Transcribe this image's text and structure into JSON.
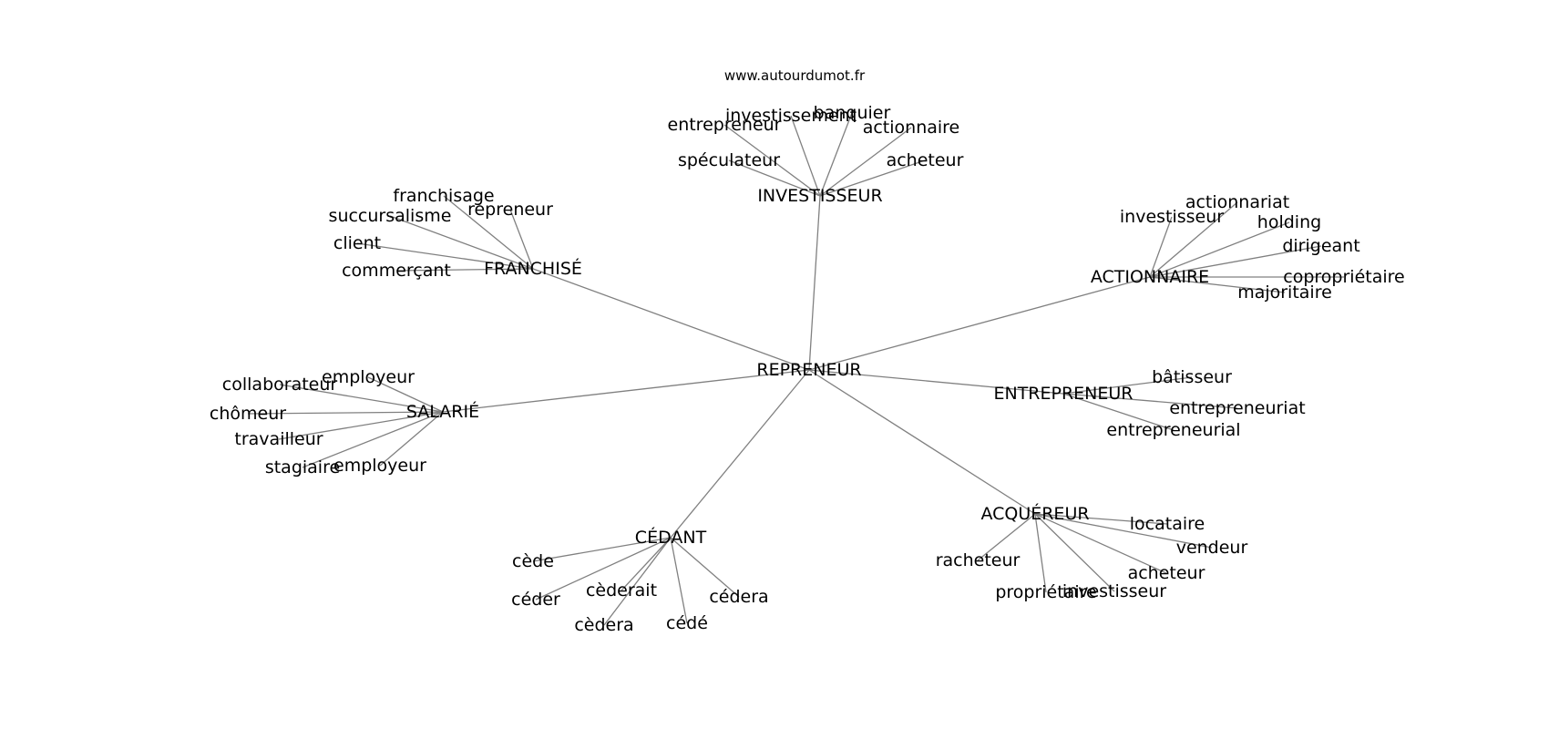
{
  "source": "www.autourdumot.fr",
  "root": {
    "label": "REPRENEUR",
    "children": [
      {
        "label": "INVESTISSEUR",
        "leaves": [
          "entrepreneur",
          "investissement",
          "banquier",
          "actionnaire",
          "spéculateur",
          "acheteur"
        ]
      },
      {
        "label": "FRANCHISÉ",
        "leaves": [
          "franchisage",
          "succursalisme",
          "repreneur",
          "client",
          "commerçant"
        ]
      },
      {
        "label": "ACTIONNAIRE",
        "leaves": [
          "actionnariat",
          "investisseur",
          "holding",
          "dirigeant",
          "copropriétaire",
          "majoritaire"
        ]
      },
      {
        "label": "SALARIÉ",
        "leaves": [
          "employeur",
          "collaborateur",
          "chômeur",
          "travailleur",
          "stagiaire",
          "employeur"
        ]
      },
      {
        "label": "ENTREPRENEUR",
        "leaves": [
          "bâtisseur",
          "entrepreneuriat",
          "entrepreneurial"
        ]
      },
      {
        "label": "CÉDANT",
        "leaves": [
          "cède",
          "céder",
          "cèderait",
          "cèdera",
          "cédé",
          "cédera"
        ]
      },
      {
        "label": "ACQUÉREUR",
        "leaves": [
          "locataire",
          "vendeur",
          "racheteur",
          "acheteur",
          "propriétaire",
          "investisseur"
        ]
      }
    ]
  }
}
